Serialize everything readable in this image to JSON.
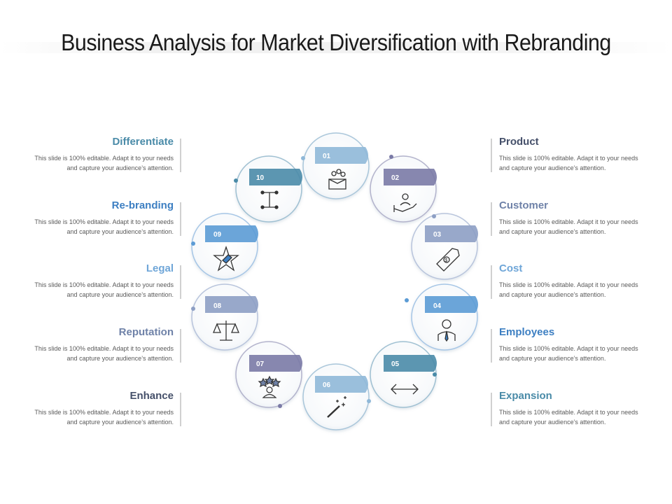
{
  "title": "Business Analysis for Market Diversification with Rebranding",
  "description": "This slide is 100% editable.  Adapt it to your needs  and capture  your audience’s  attention.",
  "colors": {
    "dark_teal": "#4a8ba8",
    "medium_blue": "#3d7fc2",
    "light_blue": "#6fa6d8",
    "gray_blue": "#6f82a8",
    "violet": "#7a7aa6",
    "slate": "#45506a"
  },
  "steps": [
    {
      "number": "01",
      "label": "Product",
      "icon": "box-with-people-icon",
      "color": "#8fb8d8"
    },
    {
      "number": "02",
      "label": "Customer",
      "icon": "hand-person-icon",
      "color": "#7a7aa6"
    },
    {
      "number": "03",
      "label": "Cost",
      "icon": "price-tag-dollar-icon",
      "color": "#8d9fc4"
    },
    {
      "number": "04",
      "label": "Employees",
      "icon": "employee-tie-icon",
      "color": "#5b9bd5"
    },
    {
      "number": "05",
      "label": "Expansion",
      "icon": "double-arrow-icon",
      "color": "#4a8ba8"
    },
    {
      "number": "06",
      "label": "Enhance",
      "icon": "magic-wand-icon",
      "color": "#8fb8d8"
    },
    {
      "number": "07",
      "label": "Reputation",
      "icon": "person-stars-icon",
      "color": "#7a7aa6"
    },
    {
      "number": "08",
      "label": "Legal",
      "icon": "scales-icon",
      "color": "#8d9fc4"
    },
    {
      "number": "09",
      "label": "Re-branding",
      "icon": "star-tag-icon",
      "color": "#5b9bd5"
    },
    {
      "number": "10",
      "label": "Differentiate",
      "icon": "diagram-connector-icon",
      "color": "#4a8ba8"
    }
  ],
  "left_labels": [
    {
      "label": "Differentiate",
      "color": "#4a8ba8"
    },
    {
      "label": "Re-branding",
      "color": "#3d7fc2"
    },
    {
      "label": "Legal",
      "color": "#6fa6d8"
    },
    {
      "label": "Reputation",
      "color": "#6f82a8"
    },
    {
      "label": "Enhance",
      "color": "#45506a"
    }
  ],
  "right_labels": [
    {
      "label": "Product",
      "color": "#45506a"
    },
    {
      "label": "Customer",
      "color": "#6f82a8"
    },
    {
      "label": "Cost",
      "color": "#6fa6d8"
    },
    {
      "label": "Employees",
      "color": "#3d7fc2"
    },
    {
      "label": "Expansion",
      "color": "#4a8ba8"
    }
  ]
}
